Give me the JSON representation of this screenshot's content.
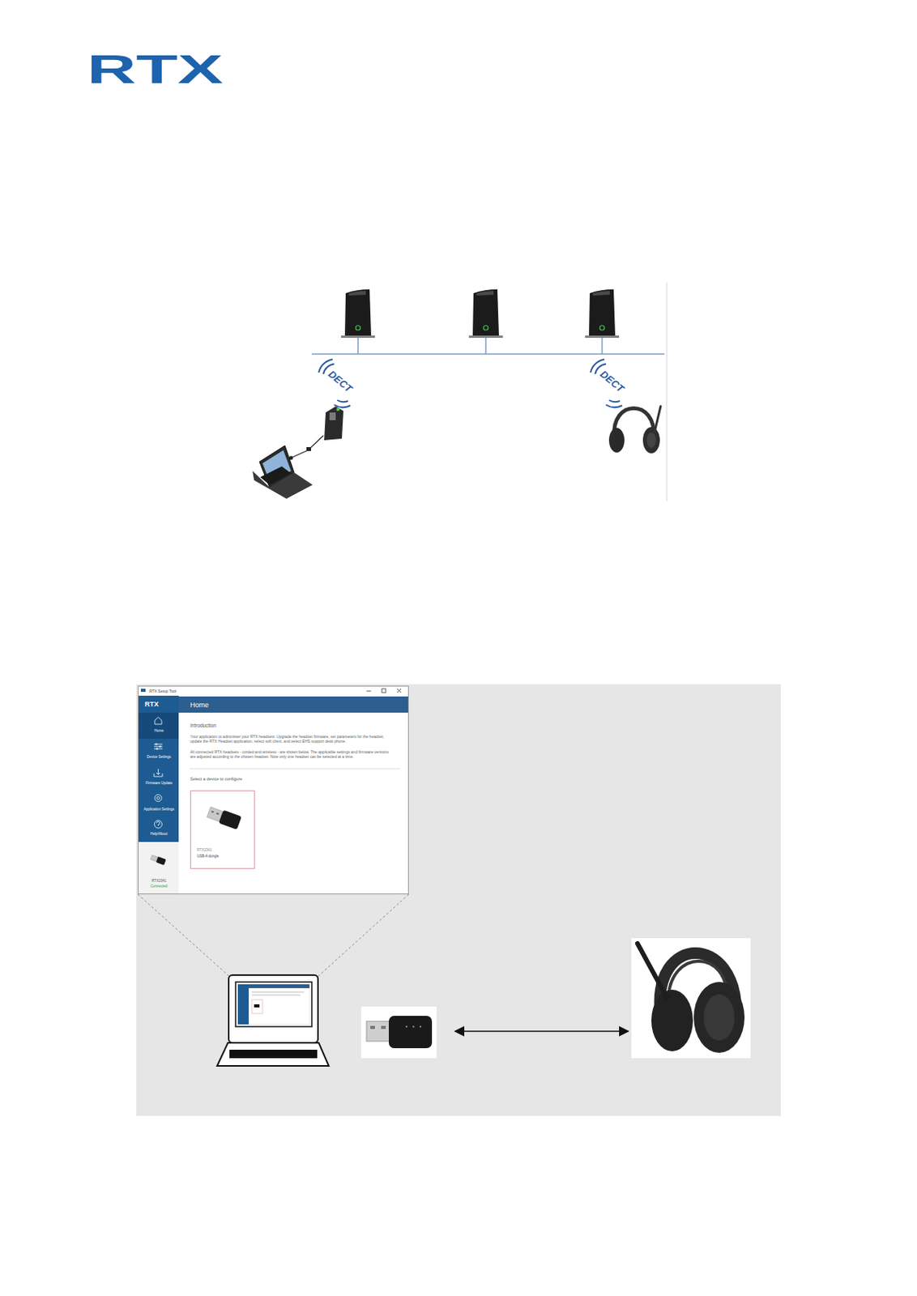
{
  "diagram": {
    "nodes": [
      {
        "text": [
          "RTX Setup Tool"
        ]
      },
      {
        "text": [
          "RTX"
        ],
        "in": 0
      },
      {
        "text": [
          "Home"
        ],
        "in": 1
      },
      {
        "text": [
          "Device Settings"
        ],
        "in": 1
      },
      {
        "text": [
          "Firmware Update"
        ],
        "in": 1
      },
      {
        "text": [
          "Application Settings"
        ],
        "in": 1
      },
      {
        "text": [
          "Help/About"
        ],
        "in": 1
      },
      {
        "text": [
          "RTX2341",
          "Connected"
        ],
        "in": 1
      },
      {
        "text": [
          "Home"
        ],
        "in": 0
      },
      {
        "text": [
          "Introduction",
          "Your application to administer your RTX headsets: Upgrade the headset firmware, set parameters for the headset, update the RTX Headset application, select soft client, and select EHS support desk phone.",
          "All connected RTX headsets - corded and wireless - are shown below. The applicable settings and firmware versions are adjusted according to the chosen headset. Note only one headset can be selected at a time.",
          "Select a device to configure"
        ],
        "in": 0
      },
      {
        "text": [
          "RTX2341",
          "USB-A dongle"
        ],
        "in": 9
      }
    ],
    "labels": [
      "RTX",
      "DECT",
      "DECT"
    ]
  }
}
